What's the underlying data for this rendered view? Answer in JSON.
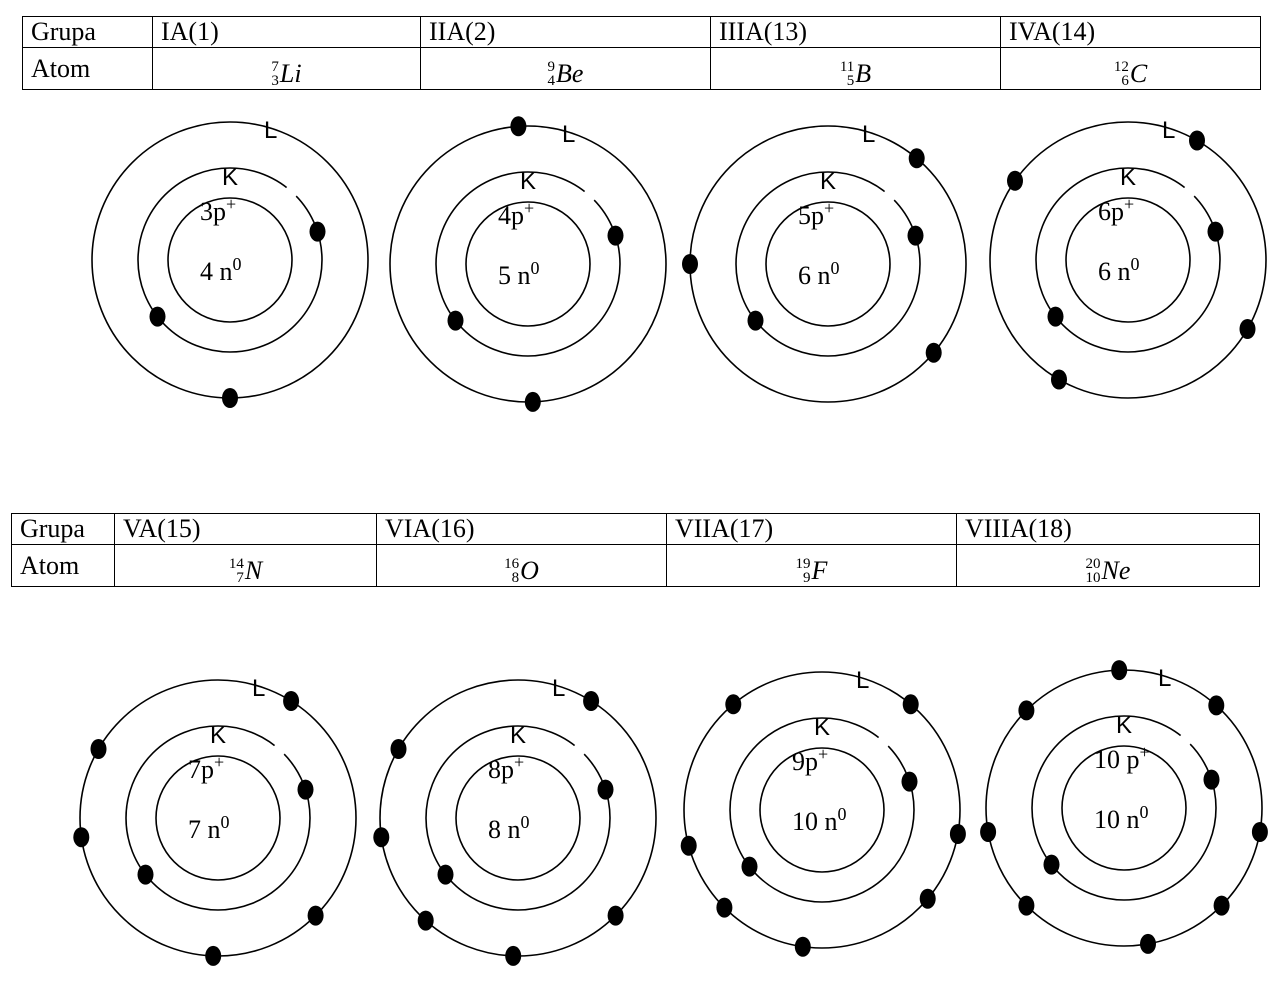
{
  "tables": [
    {
      "row_headers": [
        "Grupa",
        "Atom"
      ],
      "groups": [
        "IA(1)",
        "IIA(2)",
        "IIIA(13)",
        "IVA(14)"
      ],
      "atoms": [
        {
          "mass": "7",
          "z": "3",
          "symbol": "Li"
        },
        {
          "mass": "9",
          "z": "4",
          "symbol": "Be"
        },
        {
          "mass": "11",
          "z": "5",
          "symbol": "B"
        },
        {
          "mass": "12",
          "z": "6",
          "symbol": "C"
        }
      ]
    },
    {
      "row_headers": [
        "Grupa",
        "Atom"
      ],
      "groups": [
        "VA(15)",
        "VIA(16)",
        "VIIA(17)",
        "VIIIA(18)"
      ],
      "atoms": [
        {
          "mass": "14",
          "z": "7",
          "symbol": "N"
        },
        {
          "mass": "16",
          "z": "8",
          "symbol": "O"
        },
        {
          "mass": "19",
          "z": "9",
          "symbol": "F"
        },
        {
          "mass": "20",
          "z": "10",
          "symbol": "Ne"
        }
      ]
    }
  ],
  "shell_labels": {
    "inner": "K",
    "outer": "L"
  },
  "atom_diagrams": [
    {
      "element": "Li",
      "protons": "3p",
      "proton_sign": "+",
      "neutrons": "4 n",
      "neutron_sup": "0",
      "k_electrons": 2,
      "l_electrons": 1
    },
    {
      "element": "Be",
      "protons": "4p",
      "proton_sign": "+",
      "neutrons": "5 n",
      "neutron_sup": "0",
      "k_electrons": 2,
      "l_electrons": 2
    },
    {
      "element": "B",
      "protons": "5p",
      "proton_sign": "+",
      "neutrons": "6 n",
      "neutron_sup": "0",
      "k_electrons": 2,
      "l_electrons": 3
    },
    {
      "element": "C",
      "protons": "6p",
      "proton_sign": "+",
      "neutrons": "6 n",
      "neutron_sup": "0",
      "k_electrons": 2,
      "l_electrons": 4
    },
    {
      "element": "N",
      "protons": "7p",
      "proton_sign": "+",
      "neutrons": "7 n",
      "neutron_sup": "0",
      "k_electrons": 2,
      "l_electrons": 5
    },
    {
      "element": "O",
      "protons": "8p",
      "proton_sign": "+",
      "neutrons": "8 n",
      "neutron_sup": "0",
      "k_electrons": 2,
      "l_electrons": 6
    },
    {
      "element": "F",
      "protons": "9p",
      "proton_sign": "+",
      "neutrons": "10 n",
      "neutron_sup": "0",
      "k_electrons": 2,
      "l_electrons": 7
    },
    {
      "element": "Ne",
      "protons": "10 p",
      "proton_sign": "+",
      "neutrons": "10 n",
      "neutron_sup": "0",
      "k_electrons": 2,
      "l_electrons": 8
    }
  ]
}
